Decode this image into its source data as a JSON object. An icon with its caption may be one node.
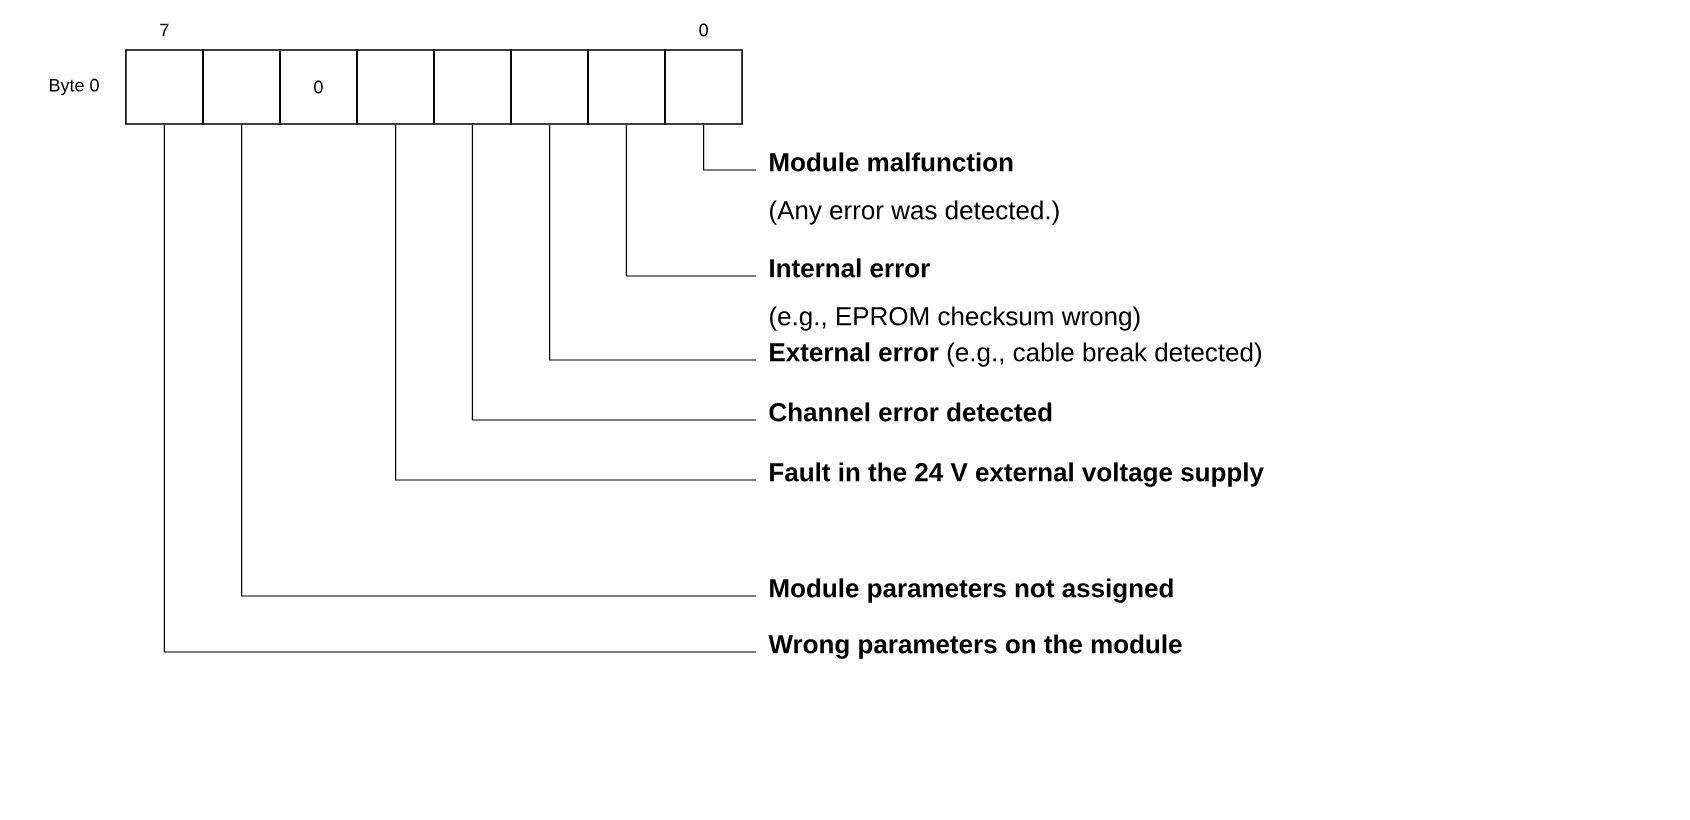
{
  "diagram": {
    "nodes": [
      {
        "text": [],
        "shape": "box"
      },
      {
        "text": [],
        "shape": "box"
      },
      {
        "text": [
          "0"
        ]
      },
      {
        "text": [],
        "shape": "box"
      },
      {
        "text": [],
        "shape": "box"
      },
      {
        "text": [],
        "shape": "box"
      },
      {
        "text": [],
        "shape": "box"
      },
      {
        "text": [],
        "shape": "box"
      },
      {
        "text": [
          "Module malfunction",
          "(Any error was detected.)"
        ]
      },
      {
        "text": [
          "Internal error",
          "(e.g., EPROM checksum wrong)"
        ]
      },
      {
        "text": [
          "**External error** (e.g., cable break detected)"
        ]
      },
      {
        "text": [
          "Channel error detected"
        ]
      },
      {
        "text": [
          "Fault in the 24 V external voltage supply"
        ]
      },
      {
        "text": [
          "Module parameters not assigned"
        ]
      },
      {
        "text": [
          "Wrong parameters on the module"
        ]
      }
    ],
    "edges": [
      {
        "from": 7,
        "to": 8,
        "arrow": "none"
      },
      {
        "from": 6,
        "to": 9,
        "arrow": "none"
      },
      {
        "from": 5,
        "to": 10,
        "arrow": "none"
      },
      {
        "from": 4,
        "to": 11,
        "arrow": "none"
      },
      {
        "from": 3,
        "to": 12,
        "arrow": "none"
      },
      {
        "from": 1,
        "to": 13,
        "arrow": "none"
      },
      {
        "from": 0,
        "to": 14,
        "arrow": "none"
      }
    ],
    "labels": [
      "7",
      "0",
      "Byte 0"
    ]
  }
}
